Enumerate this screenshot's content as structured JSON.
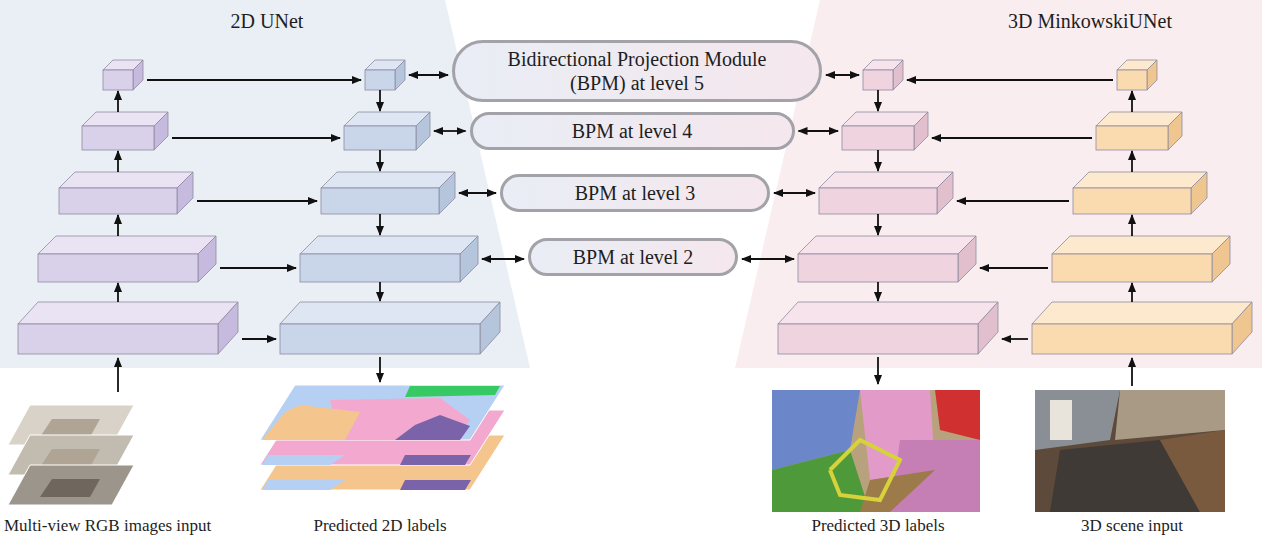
{
  "diagram": {
    "nodes": [
      {
        "text": [
          "2D UNet"
        ]
      },
      {
        "text": [
          "3D MinkowskiUNet"
        ]
      },
      {
        "text": [
          "Bidirectional Projection Module (BPM) at level 5"
        ]
      },
      {
        "text": [
          "BPM at level 4"
        ]
      },
      {
        "text": [
          "BPM at level 3"
        ]
      },
      {
        "text": [
          "BPM at level 2"
        ]
      }
    ],
    "labels": [
      "Multi-view RGB images input",
      "Predicted 2D labels",
      "Predicted 3D labels",
      "3D scene input"
    ]
  }
}
